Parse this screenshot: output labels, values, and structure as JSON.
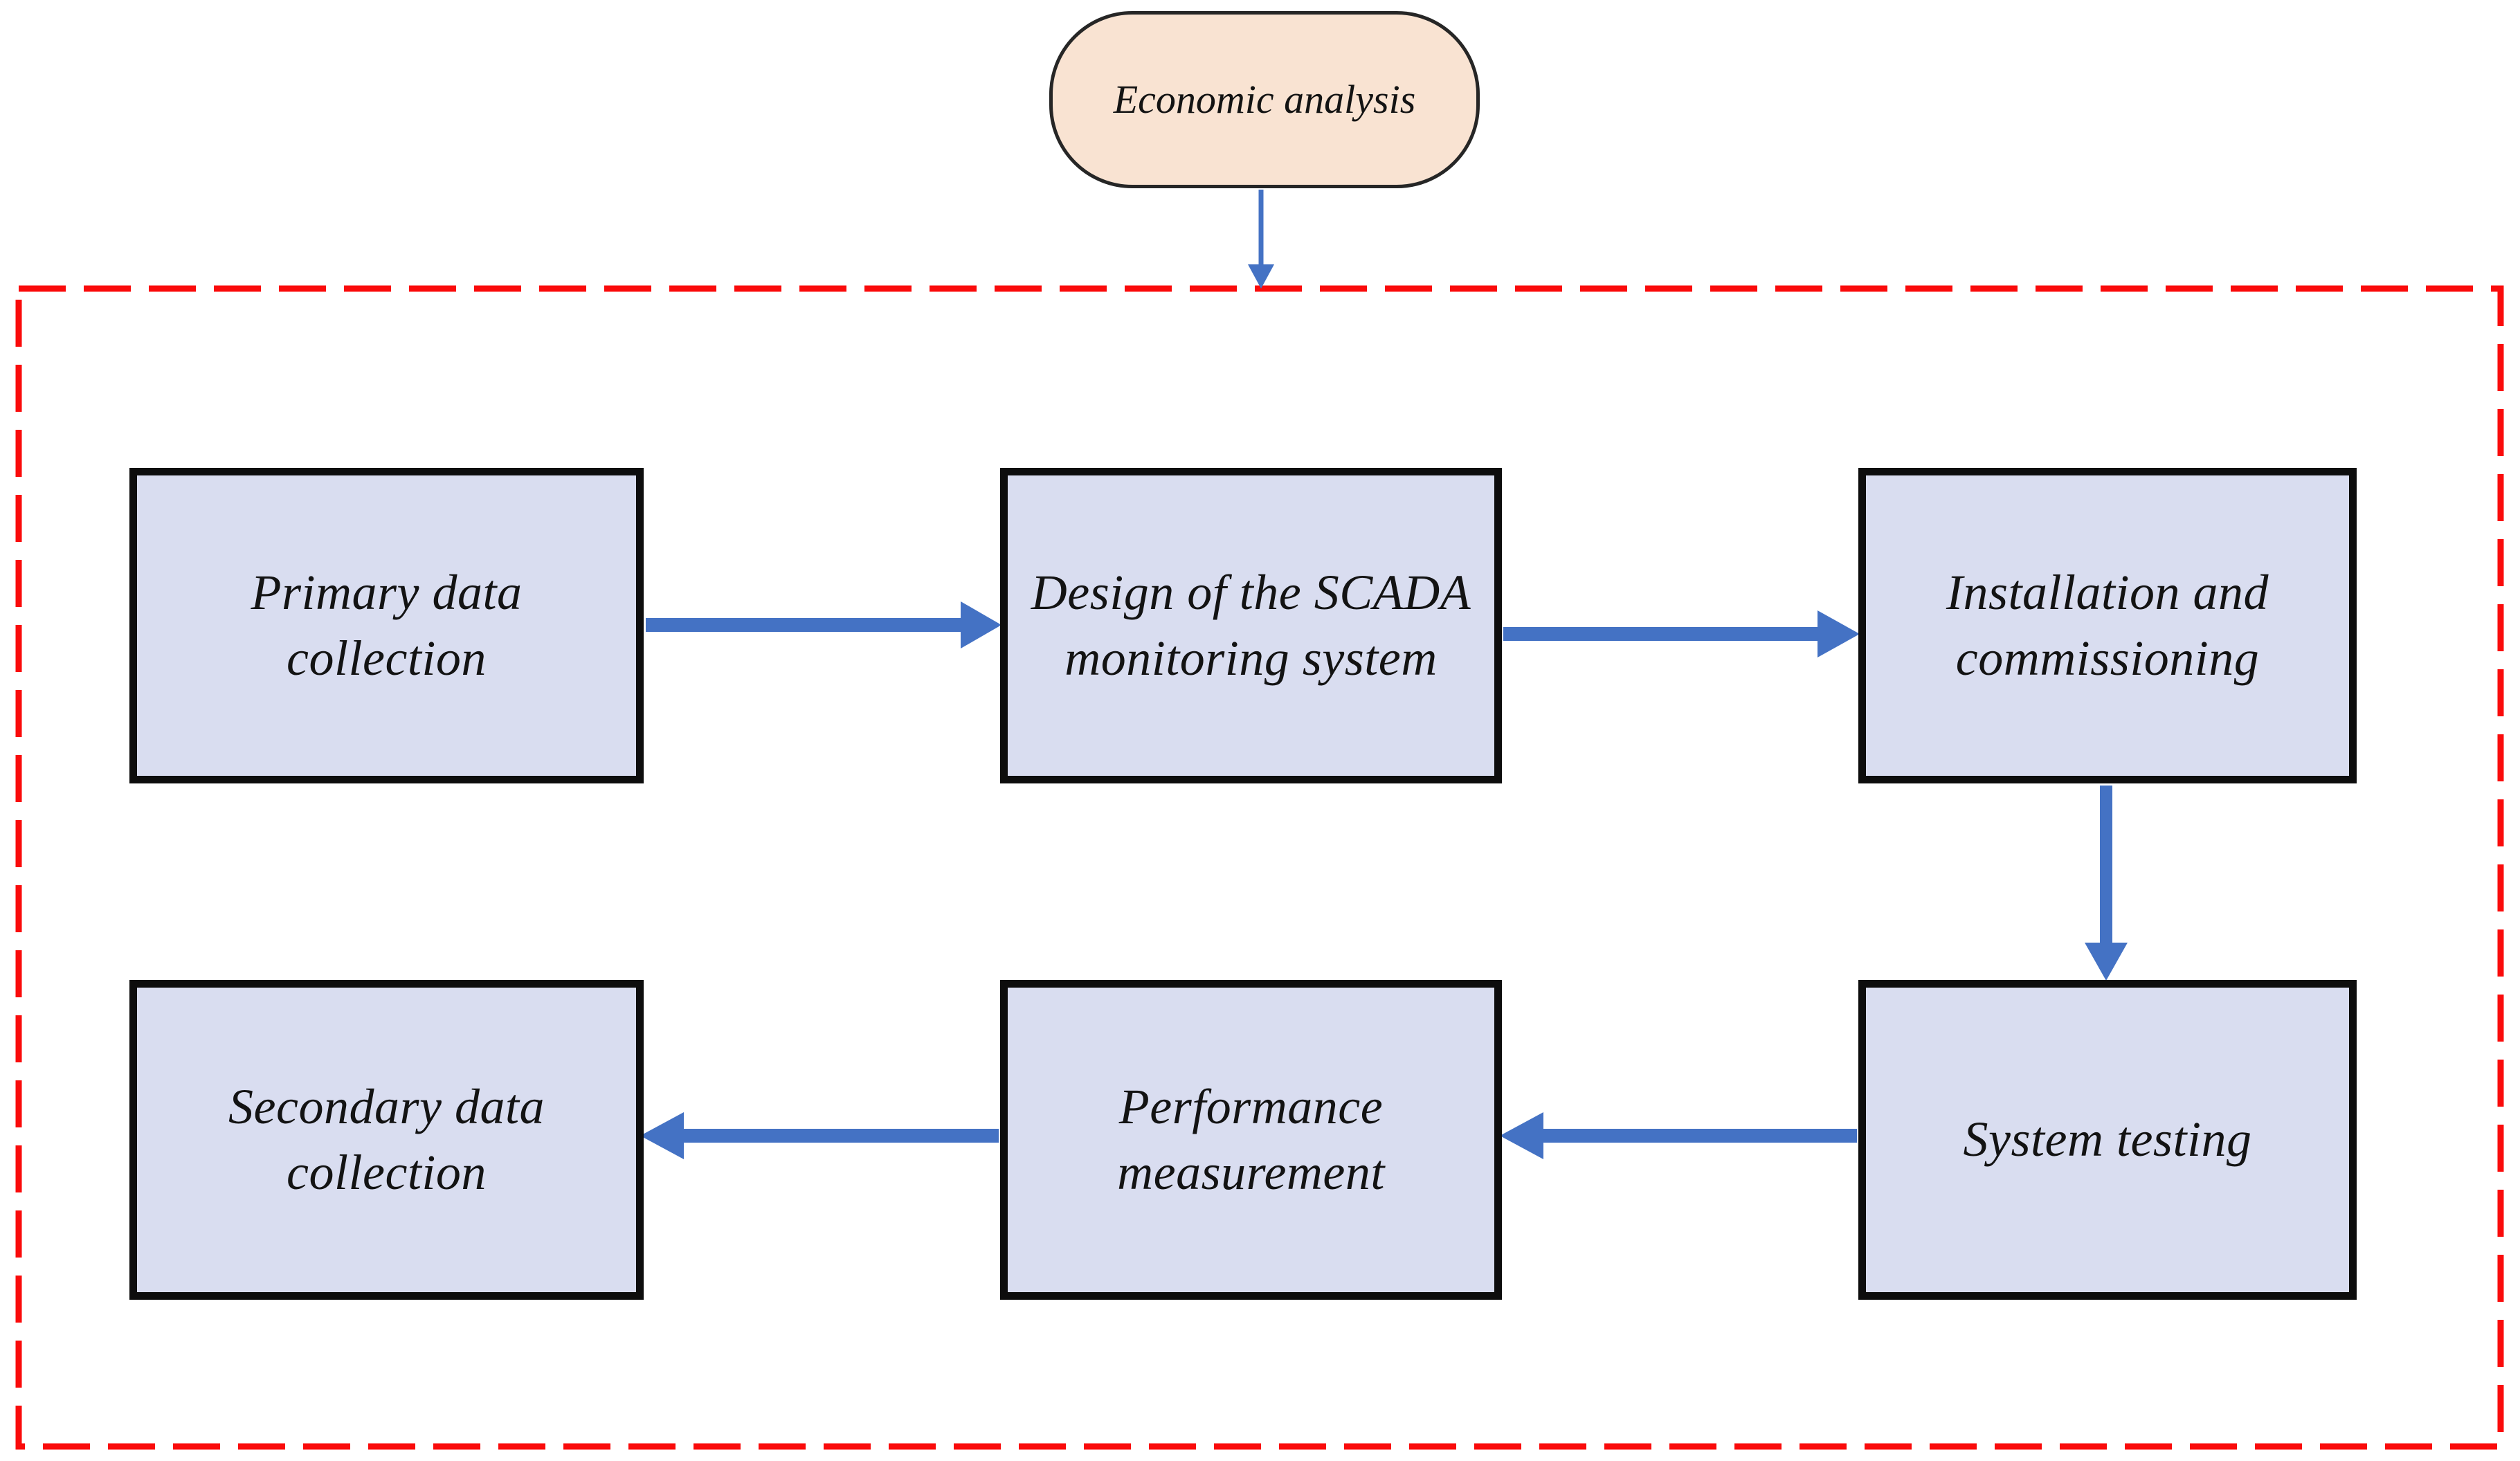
{
  "diagram": {
    "terminal": {
      "id": "economic-analysis",
      "label": "Economic analysis",
      "shape": "rounded"
    },
    "nodes": [
      {
        "id": "primary-data-collection",
        "label": "Primary data\ncollection"
      },
      {
        "id": "design-scada-monitoring",
        "label": "Design of the SCADA\nmonitoring system"
      },
      {
        "id": "installation-commissioning",
        "label": "Installation and\ncommissioning"
      },
      {
        "id": "system-testing",
        "label": "System testing"
      },
      {
        "id": "performance-measurement",
        "label": "Performance\nmeasurement"
      },
      {
        "id": "secondary-data-collection",
        "label": "Secondary data\ncollection"
      }
    ],
    "edges": [
      {
        "from": "economic-analysis",
        "to": "study-boundary"
      },
      {
        "from": "primary-data-collection",
        "to": "design-scada-monitoring"
      },
      {
        "from": "design-scada-monitoring",
        "to": "installation-commissioning"
      },
      {
        "from": "installation-commissioning",
        "to": "system-testing"
      },
      {
        "from": "system-testing",
        "to": "performance-measurement"
      },
      {
        "from": "performance-measurement",
        "to": "secondary-data-collection"
      }
    ],
    "boundary": {
      "style": "dashed",
      "color": "#FA0B0B"
    },
    "colors": {
      "arrow_blue": "#4472C4",
      "boundary_red": "#FA0B0B",
      "box_fill": "#D9DDF0",
      "box_border": "#0D0D0D",
      "terminal_fill": "#F9E3D2",
      "terminal_border": "#262626",
      "node_text": "#131313",
      "background": "#FFFFFF"
    }
  }
}
